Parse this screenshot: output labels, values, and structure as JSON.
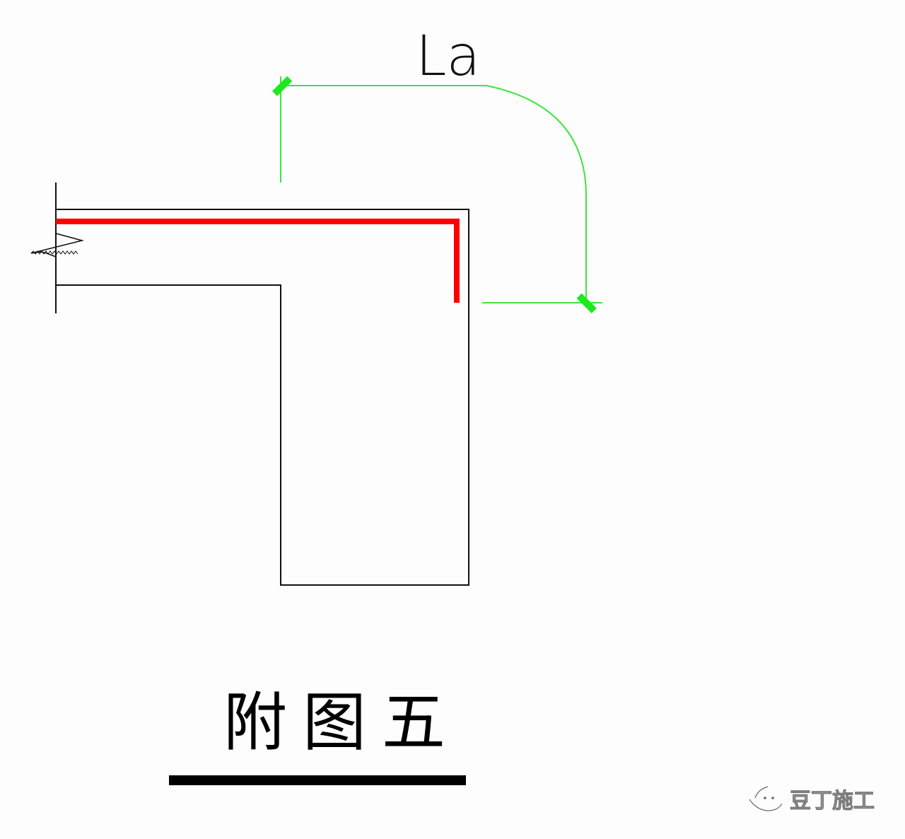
{
  "figure": {
    "dimension_label": "La",
    "caption": "附图五"
  },
  "watermark": {
    "icon": "smiley-face-icon",
    "text": "豆丁施工"
  },
  "colors": {
    "background": "#fdfdfe",
    "outline": "#111111",
    "rebar": "#ff0000",
    "dimension": "#3ee43e",
    "tick": "#1ee81e",
    "underline": "#000000"
  }
}
